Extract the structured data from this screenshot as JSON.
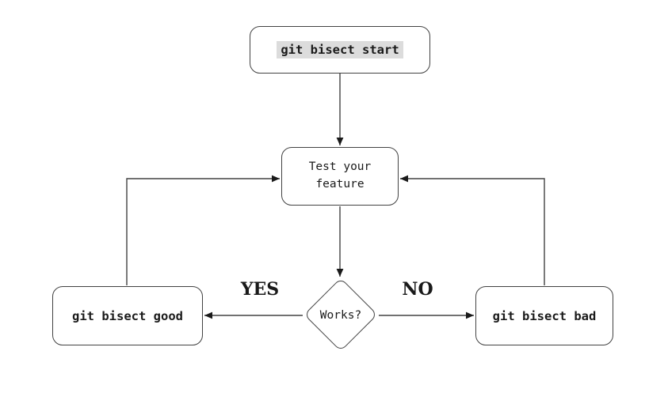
{
  "diagram": {
    "nodes": {
      "start": {
        "label": "git bisect start"
      },
      "test": {
        "label": "Test your\nfeature"
      },
      "decision": {
        "label": "Works?"
      },
      "good": {
        "label": "git bisect good"
      },
      "bad": {
        "label": "git bisect bad"
      }
    },
    "edge_labels": {
      "yes": "YES",
      "no": "NO"
    },
    "colors": {
      "line": "#424242",
      "node_border": "#424242",
      "arrowhead": "#1a1a1a",
      "text": "#1a1a1a",
      "code_highlight_bg": "#dcdcdc",
      "background": "#ffffff"
    }
  }
}
